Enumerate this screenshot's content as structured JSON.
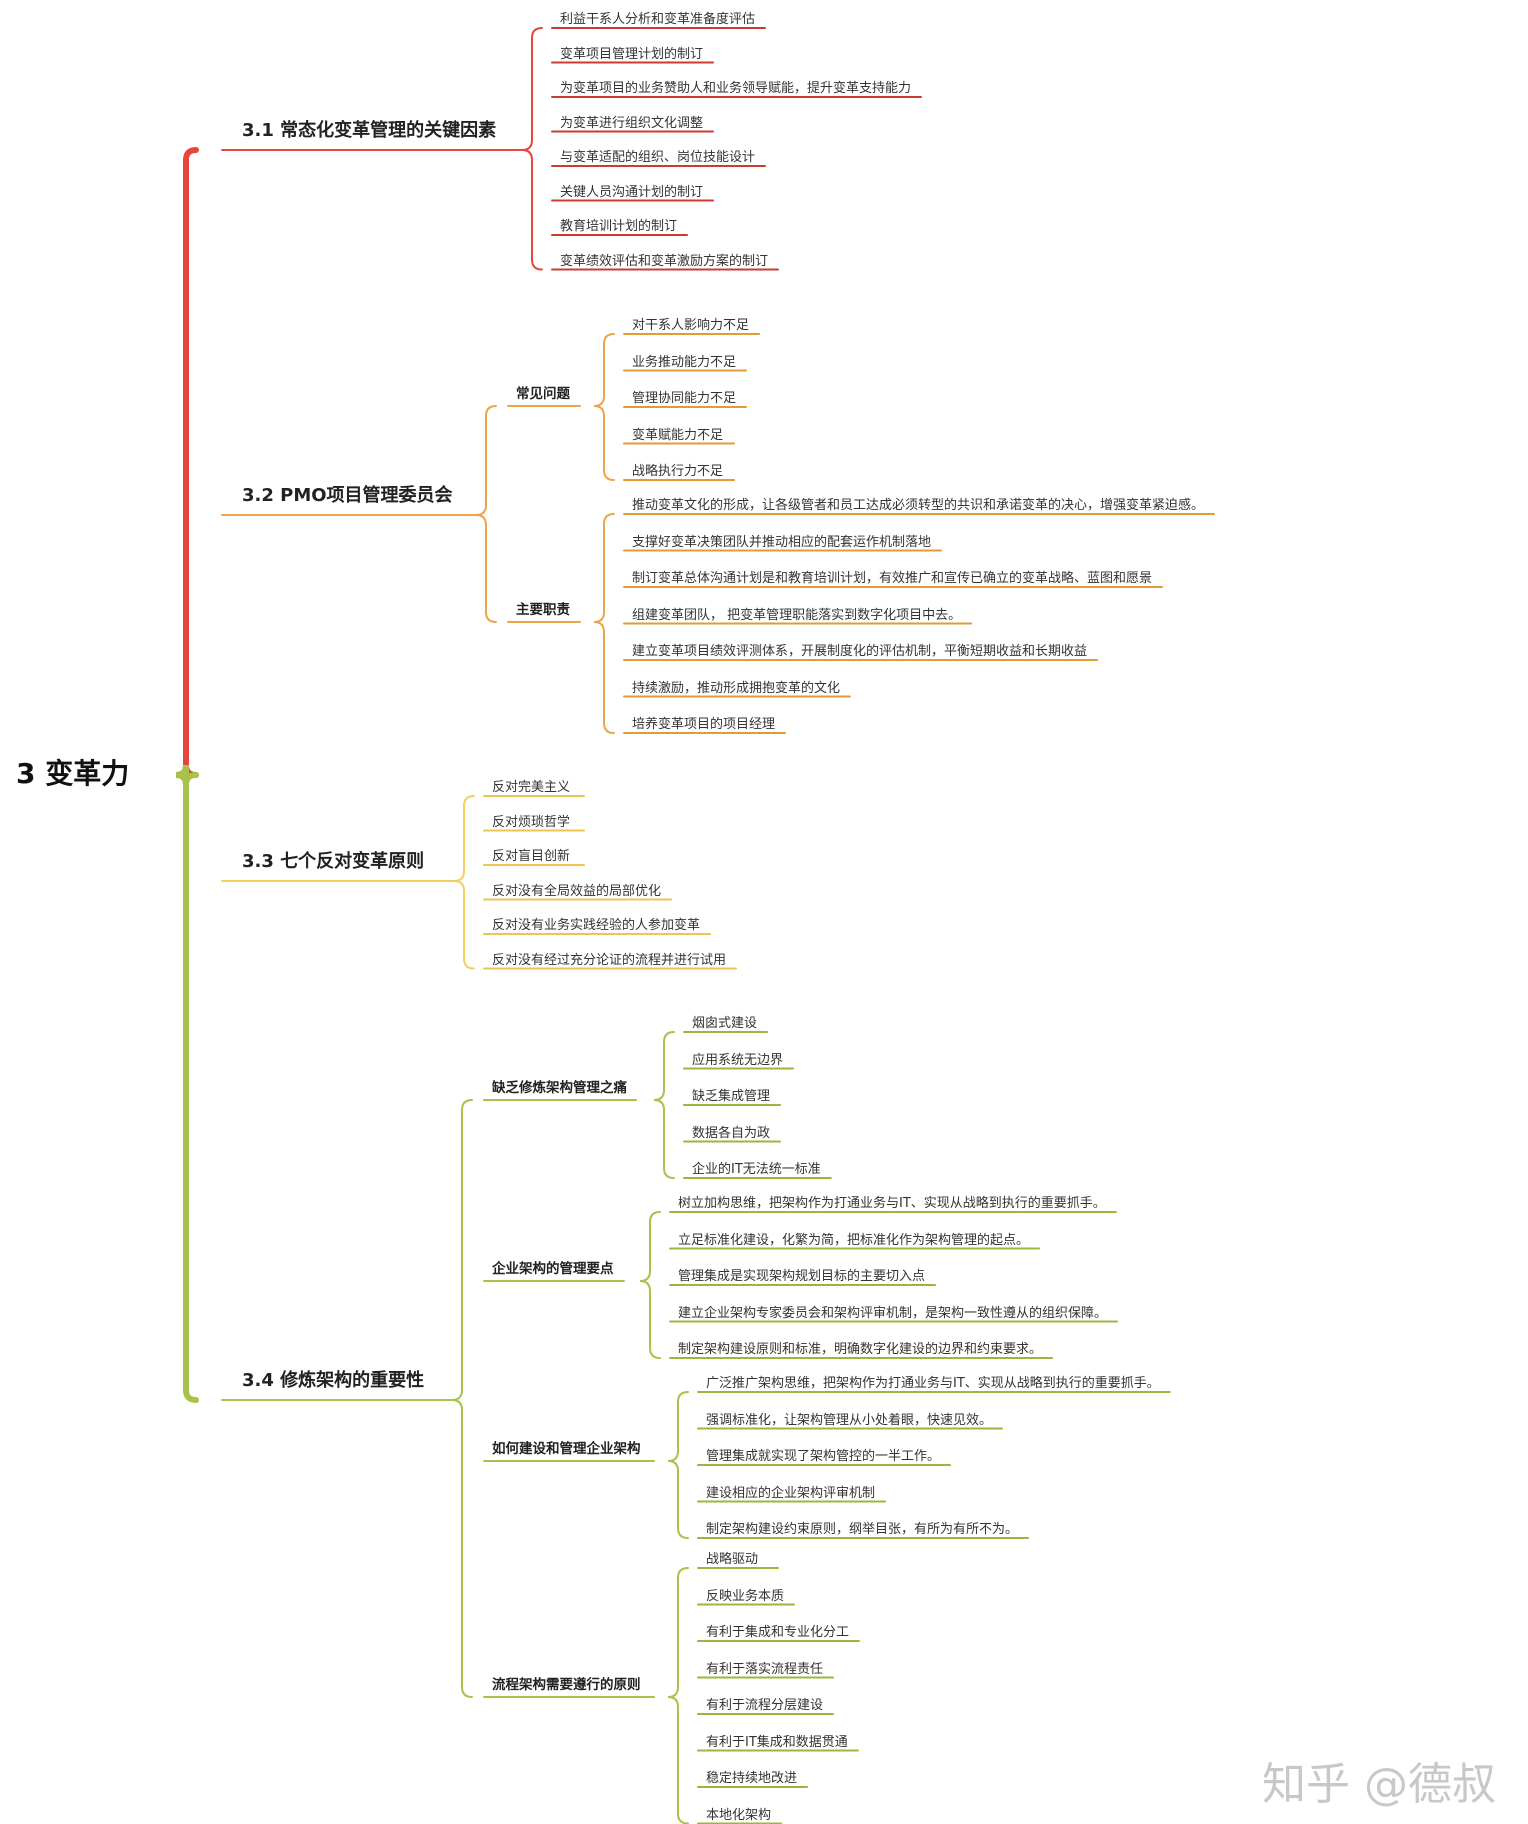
{
  "colors": {
    "red": "#e8453c",
    "orange": "#eea44a",
    "yellow": "#f2cf62",
    "green": "#a7c34a",
    "leaf_underline_red": "#cc3a32",
    "leaf_underline_orange": "#e39a3b",
    "leaf_underline_yellow": "#ecc64f",
    "leaf_underline_green": "#98b83d"
  },
  "root": "3 变革力",
  "sections": [
    {
      "title": "3.1 常态化变革管理的关键因素",
      "items": [
        "利益干系人分析和变革准备度评估",
        "变革项目管理计划的制订",
        "为变革项目的业务赞助人和业务领导赋能，提升变革支持能力",
        "为变革进行组织文化调整",
        "与变革适配的组织、岗位技能设计",
        "关键人员沟通计划的制订",
        "教育培训计划的制订",
        "变革绩效评估和变革激励方案的制订"
      ]
    },
    {
      "title": "3.2 PMO项目管理委员会",
      "groups": [
        {
          "title": "常见问题",
          "items": [
            "对干系人影响力不足",
            "业务推动能力不足",
            "管理协同能力不足",
            "变革赋能力不足",
            "战略执行力不足"
          ]
        },
        {
          "title": "主要职责",
          "items": [
            "推动变革文化的形成，让各级管者和员工达成必须转型的共识和承诺变革的决心，增强变革紧迫感。",
            "支撑好变革决策团队并推动相应的配套运作机制落地",
            "制订变革总体沟通计划是和教育培训计划，有效推广和宣传已确立的变革战略、蓝图和愿景",
            "组建变革团队， 把变革管理职能落实到数字化项目中去。",
            "建立变革项目绩效评测体系，开展制度化的评估机制，平衡短期收益和长期收益",
            "持续激励，推动形成拥抱变革的文化",
            "培养变革项目的项目经理"
          ]
        }
      ]
    },
    {
      "title": "3.3 七个反对变革原则",
      "items": [
        "反对完美主义",
        "反对烦琐哲学",
        "反对盲目创新",
        "反对没有全局效益的局部优化",
        "反对没有业务实践经验的人参加变革",
        "反对没有经过充分论证的流程并进行试用"
      ]
    },
    {
      "title": "3.4 修炼架构的重要性",
      "groups": [
        {
          "title": "缺乏修炼架构管理之痛",
          "items": [
            "烟囱式建设",
            "应用系统无边界",
            "缺乏集成管理",
            "数据各自为政",
            "企业的IT无法统一标准"
          ]
        },
        {
          "title": "企业架构的管理要点",
          "items": [
            "树立加构思维，把架构作为打通业务与IT、实现从战略到执行的重要抓手。",
            "立足标准化建设，化繁为简，把标准化作为架构管理的起点。",
            "管理集成是实现架构规划目标的主要切入点",
            "建立企业架构专家委员会和架构评审机制，是架构一致性遵从的组织保障。",
            "制定架构建设原则和标准，明确数字化建设的边界和约束要求。"
          ]
        },
        {
          "title": "如何建设和管理企业架构",
          "items": [
            "广泛推广架构思维，把架构作为打通业务与IT、实现从战略到执行的重要抓手。",
            "强调标准化，让架构管理从小处着眼，快速见效。",
            "管理集成就实现了架构管控的一半工作。",
            "建设相应的企业架构评审机制",
            "制定架构建设约束原则，纲举目张，有所为有所不为。"
          ]
        },
        {
          "title": "流程架构需要遵行的原则",
          "items": [
            "战略驱动",
            "反映业务本质",
            "有利于集成和专业化分工",
            "有利于落实流程责任",
            "有利于流程分层建设",
            "有利于IT集成和数据贯通",
            "稳定持续地改进",
            "本地化架构"
          ]
        }
      ]
    }
  ],
  "watermark": "知乎 @德叔"
}
